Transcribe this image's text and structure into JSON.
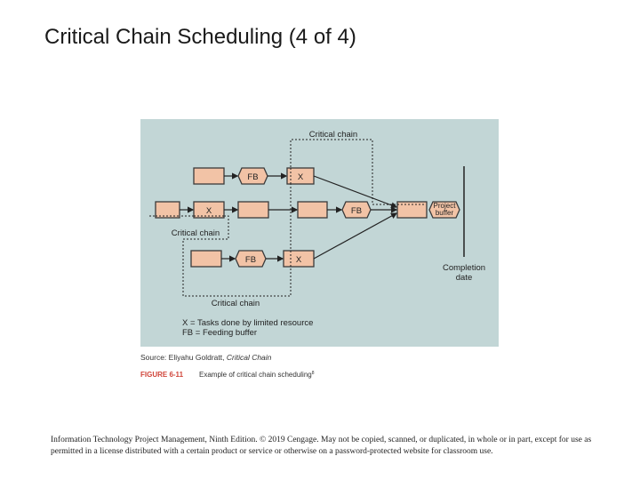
{
  "slide": {
    "title": "Critical Chain Scheduling (4 of 4)"
  },
  "figure": {
    "background_color": "#c2d6d6",
    "task_color": "#f2c3a6",
    "x_label": "X",
    "fb_label": "FB",
    "project_buffer_line1": "Project",
    "project_buffer_line2": "buffer",
    "critical_chain_label": "Critical chain",
    "completion_line1": "Completion",
    "completion_line2": "date",
    "legend_x": "X = Tasks done by limited resource",
    "legend_fb": "FB = Feeding buffer",
    "source_prefix": "Source: Eliyahu Goldratt, ",
    "source_title": "Critical Chain",
    "figure_number": "FIGURE 6-11",
    "caption": "Example of critical chain scheduling",
    "caption_note": "8"
  },
  "footer": {
    "text": "Information Technology Project Management, Ninth Edition. © 2019 Cengage. May not be copied, scanned, or duplicated, in whole or in part, except for use as permitted in a license distributed with a certain product or service or otherwise on a password-protected website for classroom use."
  }
}
